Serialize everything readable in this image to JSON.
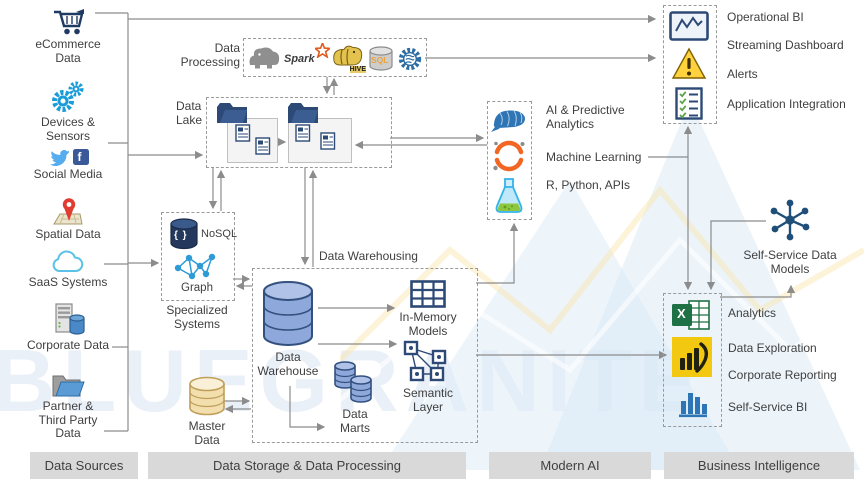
{
  "watermark": {
    "text": "BLUEGRANITE"
  },
  "footers": {
    "sources": "Data Sources",
    "storage": "Data Storage & Data Processing",
    "ai": "Modern AI",
    "bi": "Business Intelligence"
  },
  "sources": {
    "ecommerce": "eCommerce Data",
    "devices": "Devices & Sensors",
    "social": "Social Media",
    "facebook_letter": "f",
    "spatial": "Spatial Data",
    "saas": "SaaS Systems",
    "corporate": "Corporate Data",
    "partner": "Partner & Third Party Data"
  },
  "processing": {
    "label": "Data Processing",
    "icons": [
      "hadoop",
      "spark",
      "hive",
      "sql",
      "streaming"
    ],
    "spark": "Spark",
    "hive": "HIVE",
    "sql": "SQL"
  },
  "lake": {
    "label": "Data Lake"
  },
  "specialized": {
    "nosql_glyph": "{ }",
    "nosql": "NoSQL",
    "graph": "Graph",
    "label": "Specialized Systems"
  },
  "warehousing": {
    "label": "Data Warehousing",
    "warehouse": "Data Warehouse",
    "in_memory": "In-Memory Models",
    "semantic": "Semantic Layer",
    "marts": "Data Marts"
  },
  "master": {
    "label": "Master Data"
  },
  "ai": {
    "predictive": "AI & Predictive Analytics",
    "ml": "Machine Learning",
    "apis": "R, Python, APIs"
  },
  "bi": {
    "operational": "Operational BI",
    "streaming": "Streaming Dashboard",
    "alerts": "Alerts",
    "integration": "Application Integration",
    "self_service_models": "Self-Service Data Models",
    "excel_letter": "X",
    "analytics": "Analytics",
    "exploration": "Data Exploration",
    "reporting": "Corporate Reporting",
    "self_service_bi": "Self-Service BI"
  },
  "colors": {
    "line": "#8c8c8c",
    "navy": "#2d4a77",
    "light_blue": "#29abe2",
    "orange": "#f26522",
    "excel_green": "#1e7145",
    "powerbi_yellow": "#f2c811",
    "warning_yellow": "#ffd23e",
    "cylinder_blue": "#8fa8dc",
    "master_tan": "#f3dfae",
    "footer_bg": "#d9d9d9"
  }
}
